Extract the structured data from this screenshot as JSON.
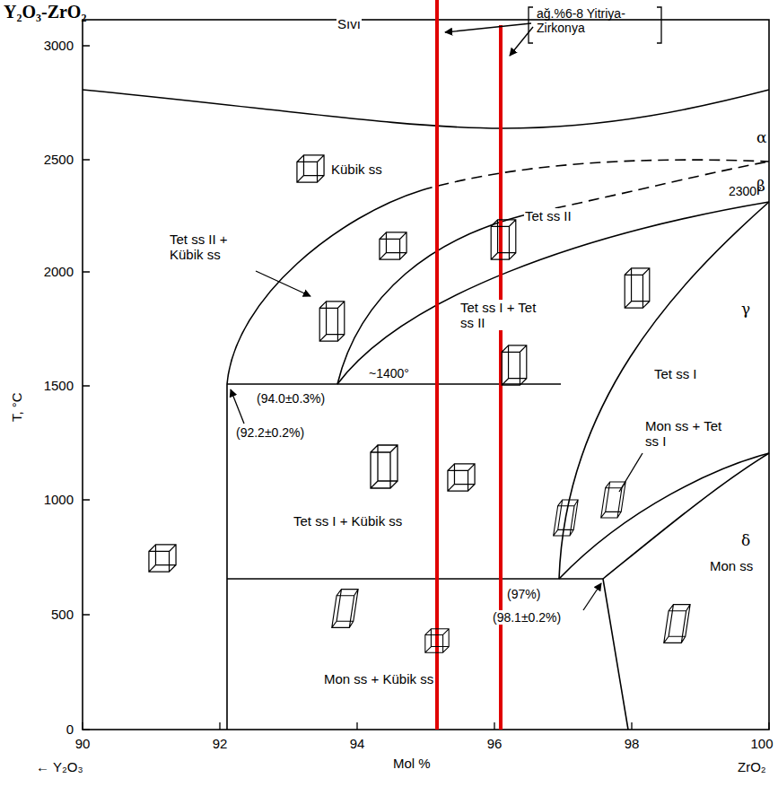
{
  "diagram": {
    "title": "Y₂O₃-ZrO₂",
    "labels": [
      "Sıvı",
      "ağ.%6-8 Yitriya-Zirkonya",
      "Kübik ss",
      "α",
      "β",
      "2300°",
      "Tet ss II + Kübik ss",
      "Tet ss II",
      "Tet ss I + Tet ss II",
      "γ",
      "Tet ss I",
      "~1400°",
      "(94.0±0.3%)",
      "(92.2±0.2%)",
      "Mon ss + Tet ss I",
      "δ",
      "Tet ss I + Kübik ss",
      "(97%)",
      "(98.1±0.2%)",
      "Mon ss",
      "Mon ss + Kübik ss",
      "T, °C",
      "3000",
      "2500",
      "2000",
      "1500",
      "1000",
      "500",
      "0",
      "90",
      "92",
      "94",
      "96",
      "98",
      "100",
      "Mol %",
      "← Y₂O₃",
      "ZrO₂"
    ]
  }
}
